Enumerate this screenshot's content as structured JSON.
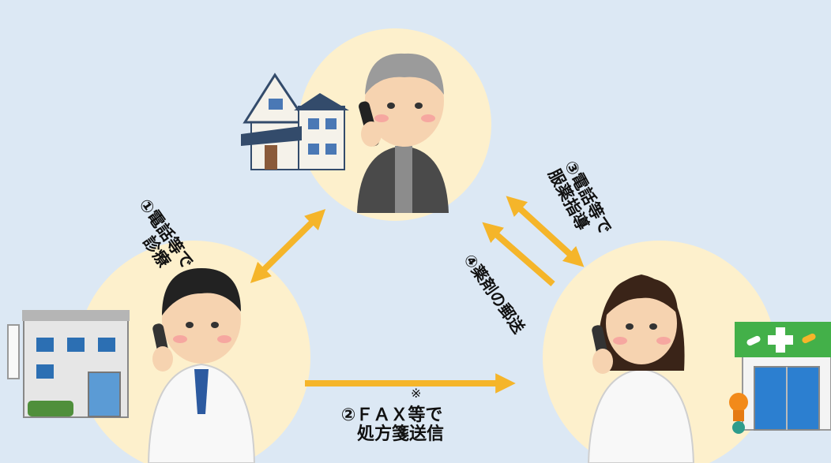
{
  "colors": {
    "background": "#dce8f4",
    "circle": "#fdf0cc",
    "arrow": "#f5b52a"
  },
  "nodes": [
    {
      "id": "patient",
      "icons": [
        "house-icon",
        "elderly-man-on-phone-icon"
      ]
    },
    {
      "id": "doctor",
      "icons": [
        "clinic-building-icon",
        "male-doctor-on-phone-icon"
      ]
    },
    {
      "id": "pharmacist",
      "icons": [
        "pharmacy-building-icon",
        "female-pharmacist-on-phone-icon"
      ]
    }
  ],
  "steps": {
    "step1": {
      "line1": "①電話等で",
      "line2": "診療"
    },
    "step2": {
      "line1": "②ＦＡＸ等で",
      "line2": "処方箋送信"
    },
    "step3": {
      "line1": "③電話等で",
      "line2": "服薬指導"
    },
    "step4": {
      "line1": "④薬剤の郵送"
    }
  },
  "note_mark": "※"
}
